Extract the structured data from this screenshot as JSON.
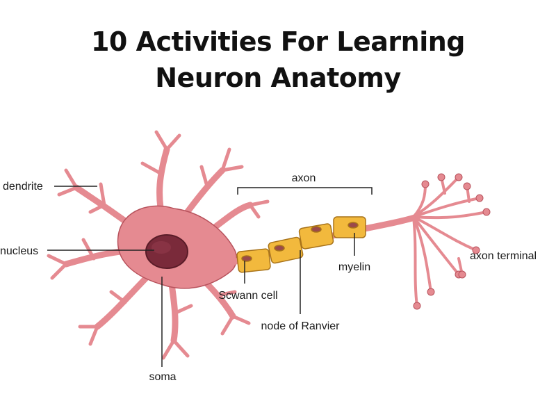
{
  "title": {
    "line1": "10 Activities For Learning",
    "line2": "Neuron Anatomy"
  },
  "labels": {
    "dendrite": "dendrite",
    "nucleus": "nucleus",
    "axon": "axon",
    "myelin": "myelin",
    "axon_terminal": "axon terminal",
    "schwann_cell": "Scwann cell",
    "node_of_ranvier": "node of Ranvier",
    "soma": "soma"
  },
  "colors": {
    "cell_fill": "#e58a91",
    "cell_stroke": "#b8535d",
    "nucleus_fill": "#7a2a3a",
    "myelin_fill": "#f2b93d",
    "myelin_stroke": "#a8731a",
    "leader": "#222222"
  }
}
